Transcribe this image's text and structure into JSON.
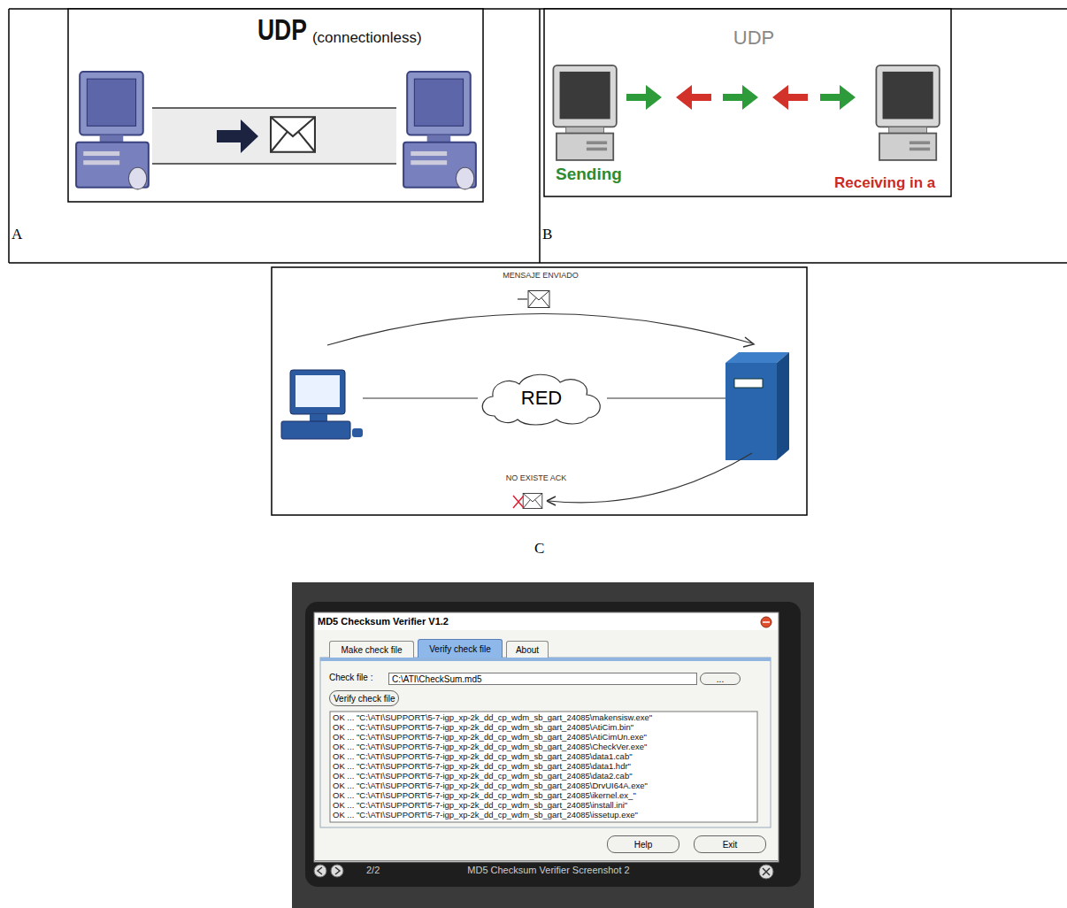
{
  "diagram": {
    "nodes": [
      {
        "text": [
          "RED"
        ]
      },
      {
        "text": [
          "Make check file"
        ]
      },
      {
        "text": [
          "Verify check file"
        ]
      },
      {
        "text": [
          "About"
        ]
      },
      {
        "text": [
          "C:\\ATI\\CheckSum.md5"
        ]
      },
      {
        "text": [
          "..."
        ]
      },
      {
        "text": [
          "Verify check file"
        ]
      },
      {
        "text": [
          "Help"
        ]
      },
      {
        "text": [
          "Exit"
        ]
      }
    ],
    "labels": [
      "UDP",
      "(connectionless)",
      "A",
      "UDP",
      "Sending",
      "Receiving in a",
      "B",
      "MENSAJE ENVIADO",
      "NO EXISTE ACK",
      "C",
      "MD5 Checksum Verifier V1.2",
      "Check file :",
      "OK ... \"C:\\ATI\\SUPPORT\\5-7-igp_xp-2k_dd_cp_wdm_sb_gart_24085\\makensisw.exe\"",
      "OK ... \"C:\\ATI\\SUPPORT\\5-7-igp_xp-2k_dd_cp_wdm_sb_gart_24085\\AtiCim.bin\"",
      "OK ... \"C:\\ATI\\SUPPORT\\5-7-igp_xp-2k_dd_cp_wdm_sb_gart_24085\\AtiCimUn.exe\"",
      "OK ... \"C:\\ATI\\SUPPORT\\5-7-igp_xp-2k_dd_cp_wdm_sb_gart_24085\\CheckVer.exe\"",
      "OK ... \"C:\\ATI\\SUPPORT\\5-7-igp_xp-2k_dd_cp_wdm_sb_gart_24085\\data1.cab\"",
      "OK ... \"C:\\ATI\\SUPPORT\\5-7-igp_xp-2k_dd_cp_wdm_sb_gart_24085\\data1.hdr\"",
      "OK ... \"C:\\ATI\\SUPPORT\\5-7-igp_xp-2k_dd_cp_wdm_sb_gart_24085\\data2.cab\"",
      "OK ... \"C:\\ATI\\SUPPORT\\5-7-igp_xp-2k_dd_cp_wdm_sb_gart_24085\\DrvUI64A.exe\"",
      "OK ... \"C:\\ATI\\SUPPORT\\5-7-igp_xp-2k_dd_cp_wdm_sb_gart_24085\\ikernel.ex_\"",
      "OK ... \"C:\\ATI\\SUPPORT\\5-7-igp_xp-2k_dd_cp_wdm_sb_gart_24085\\install.ini\"",
      "OK ... \"C:\\ATI\\SUPPORT\\5-7-igp_xp-2k_dd_cp_wdm_sb_gart_24085\\issetup.exe\"",
      "2/2",
      "MD5 Checksum Verifier Screenshot 2"
    ]
  }
}
